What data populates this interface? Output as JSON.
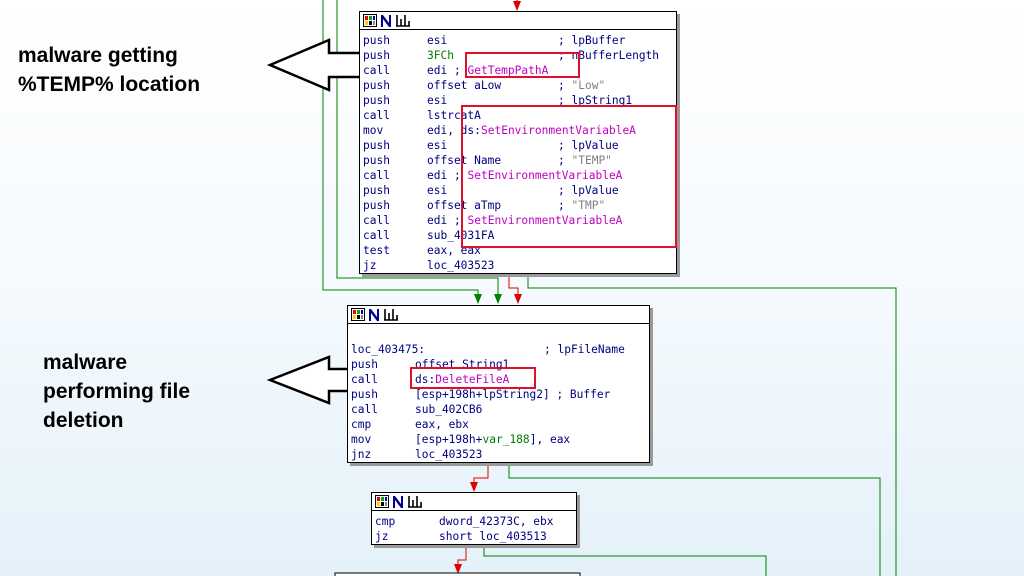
{
  "annotations": {
    "temp": [
      "malware getting",
      "%TEMP% location"
    ],
    "delete": [
      "malware",
      "performing file",
      "deletion"
    ]
  },
  "node_toolbar_icons": [
    "grid-icon",
    "node-icon",
    "graph-icon"
  ],
  "node1": {
    "lines": [
      {
        "mn": "push",
        "op": "esi",
        "cm": "; lpBuffer"
      },
      {
        "mn": "push",
        "op": "3FCh",
        "op_class": "num",
        "cm": "; nBufferLength"
      },
      {
        "mn": "call",
        "op": "edi ;",
        "imp": "GetTempPathA"
      },
      {
        "mn": "push",
        "op": "offset aLow",
        "cm": ";",
        "str": "\"Low\""
      },
      {
        "mn": "push",
        "op": "esi",
        "cm": "; lpString1"
      },
      {
        "mn": "call",
        "op": "lstrcatA"
      },
      {
        "mn": "mov",
        "op": "edi, ds:",
        "imp": "SetEnvironmentVariableA"
      },
      {
        "mn": "push",
        "op": "esi",
        "cm": "; lpValue"
      },
      {
        "mn": "push",
        "op": "offset Name",
        "cm": ";",
        "str": "\"TEMP\""
      },
      {
        "mn": "call",
        "op": "edi ;",
        "imp": "SetEnvironmentVariableA"
      },
      {
        "mn": "push",
        "op": "esi",
        "cm": "; lpValue"
      },
      {
        "mn": "push",
        "op": "offset aTmp",
        "cm": ";",
        "str": "\"TMP\""
      },
      {
        "mn": "call",
        "op": "edi ;",
        "imp": "SetEnvironmentVariableA"
      },
      {
        "mn": "call",
        "op": "sub_4031FA"
      },
      {
        "mn": "test",
        "op": "eax, eax"
      },
      {
        "mn": "jz",
        "op": "loc_403523"
      }
    ]
  },
  "node2": {
    "label": "loc_403475:",
    "label_comment": "; lpFileName",
    "lines": [
      {
        "mn": "push",
        "op": "offset String1"
      },
      {
        "mn": "call",
        "op": "ds:",
        "imp": "DeleteFileA"
      },
      {
        "mn": "push",
        "op": "[esp+198h+lpString2] ; Buffer"
      },
      {
        "mn": "call",
        "op": "sub_402CB6"
      },
      {
        "mn": "cmp",
        "op": "eax, ebx"
      },
      {
        "mn": "mov",
        "op": "[esp+198h+",
        "var": "var_188",
        "op2": "], eax"
      },
      {
        "mn": "jnz",
        "op": "loc_403523"
      }
    ]
  },
  "node3": {
    "lines": [
      {
        "mn": "cmp",
        "op": "dword_42373C, ebx"
      },
      {
        "mn": "jz",
        "op": "short loc_403513"
      }
    ]
  },
  "colors": {
    "highlight": "#e0102a",
    "true_edge": "#008000",
    "false_edge": "#e00000",
    "import": "#c000c0"
  }
}
